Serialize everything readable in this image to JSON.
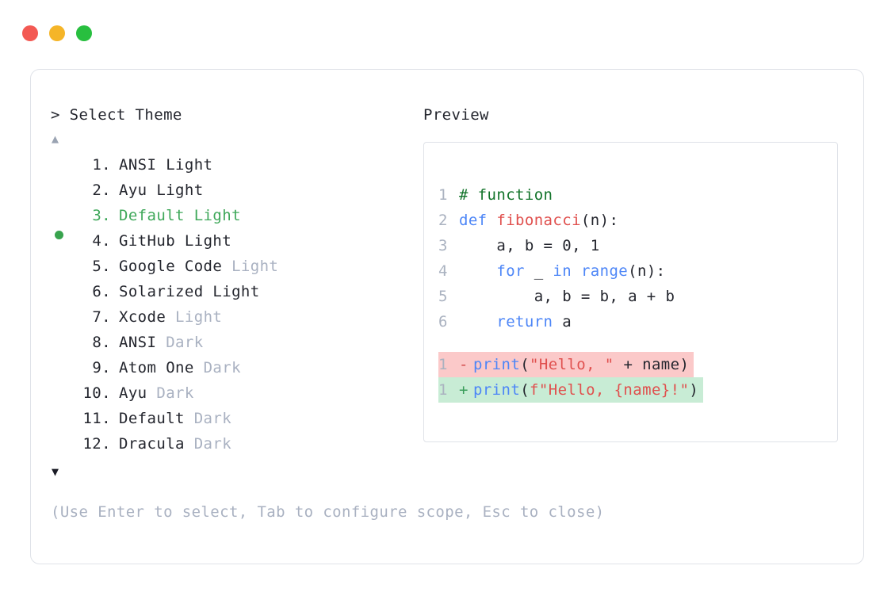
{
  "window": {
    "buttons": [
      {
        "name": "close",
        "color": "#f35953"
      },
      {
        "name": "minimize",
        "color": "#f5b528"
      },
      {
        "name": "maximize",
        "color": "#28bf3f"
      }
    ]
  },
  "selector": {
    "prompt": "> Select Theme",
    "scroll_up_glyph": "▲",
    "scroll_down_glyph": "▼",
    "bullet_color": "#38a34e",
    "selected_color": "#3fa85a",
    "items": [
      {
        "number": "1.",
        "name": "ANSI",
        "variant": "Light",
        "variant_dim": false,
        "selected": false,
        "bullet": false
      },
      {
        "number": "2.",
        "name": "Ayu",
        "variant": "Light",
        "variant_dim": false,
        "selected": false,
        "bullet": false
      },
      {
        "number": "3.",
        "name": "Default",
        "variant": "Light",
        "variant_dim": false,
        "selected": true,
        "bullet": true
      },
      {
        "number": "4.",
        "name": "GitHub",
        "variant": "Light",
        "variant_dim": false,
        "selected": false,
        "bullet": false
      },
      {
        "number": "5.",
        "name": "Google Code",
        "variant": "Light",
        "variant_dim": true,
        "selected": false,
        "bullet": false
      },
      {
        "number": "6.",
        "name": "Solarized",
        "variant": "Light",
        "variant_dim": false,
        "selected": false,
        "bullet": false
      },
      {
        "number": "7.",
        "name": "Xcode",
        "variant": "Light",
        "variant_dim": true,
        "selected": false,
        "bullet": false
      },
      {
        "number": "8.",
        "name": "ANSI",
        "variant": "Dark",
        "variant_dim": true,
        "selected": false,
        "bullet": false
      },
      {
        "number": "9.",
        "name": "Atom One",
        "variant": "Dark",
        "variant_dim": true,
        "selected": false,
        "bullet": false
      },
      {
        "number": "10.",
        "name": "Ayu",
        "variant": "Dark",
        "variant_dim": true,
        "selected": false,
        "bullet": false
      },
      {
        "number": "11.",
        "name": "Default",
        "variant": "Dark",
        "variant_dim": true,
        "selected": false,
        "bullet": false
      },
      {
        "number": "12.",
        "name": "Dracula",
        "variant": "Dark",
        "variant_dim": true,
        "selected": false,
        "bullet": false
      }
    ],
    "hint": "(Use Enter to select, Tab to configure scope, Esc to close)"
  },
  "preview": {
    "label": "Preview",
    "code_lines": [
      {
        "gutter": "1",
        "tokens": [
          {
            "t": "# function",
            "c": "comment"
          }
        ]
      },
      {
        "gutter": "2",
        "tokens": [
          {
            "t": "def ",
            "c": "kw"
          },
          {
            "t": "fibonacci",
            "c": "fn"
          },
          {
            "t": "(n):",
            "c": "plain"
          }
        ]
      },
      {
        "gutter": "3",
        "tokens": [
          {
            "t": "    a, b = 0, 1",
            "c": "plain"
          }
        ]
      },
      {
        "gutter": "4",
        "tokens": [
          {
            "t": "    ",
            "c": "plain"
          },
          {
            "t": "for",
            "c": "kw"
          },
          {
            "t": " _ ",
            "c": "plain"
          },
          {
            "t": "in range",
            "c": "kw"
          },
          {
            "t": "(n):",
            "c": "plain"
          }
        ]
      },
      {
        "gutter": "5",
        "tokens": [
          {
            "t": "        a, b = b, a + b",
            "c": "plain"
          }
        ]
      },
      {
        "gutter": "6",
        "tokens": [
          {
            "t": "    ",
            "c": "plain"
          },
          {
            "t": "return",
            "c": "kw"
          },
          {
            "t": " a",
            "c": "plain"
          }
        ]
      }
    ],
    "diff_lines": [
      {
        "gutter": "1",
        "sign": "-",
        "kind": "del",
        "bg": "#fbc9c9",
        "tokens": [
          {
            "t": "print",
            "c": "builtin"
          },
          {
            "t": "(",
            "c": "plain"
          },
          {
            "t": "\"Hello, \"",
            "c": "str"
          },
          {
            "t": " + name)",
            "c": "plain"
          }
        ]
      },
      {
        "gutter": "1",
        "sign": "+",
        "kind": "add",
        "bg": "#c8ecd5",
        "tokens": [
          {
            "t": "print",
            "c": "builtin"
          },
          {
            "t": "(",
            "c": "plain"
          },
          {
            "t": "f\"Hello, {name}!\"",
            "c": "str"
          },
          {
            "t": ")",
            "c": "plain"
          }
        ]
      }
    ]
  }
}
